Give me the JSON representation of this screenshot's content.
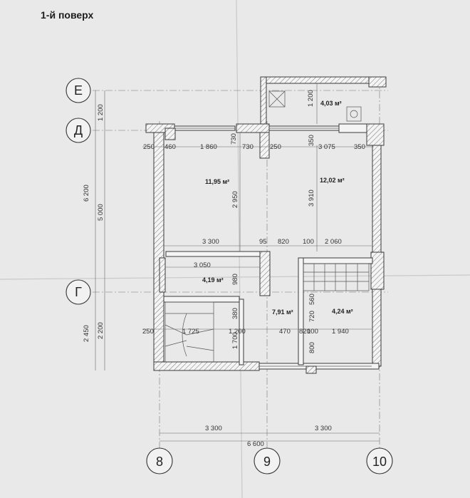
{
  "title": "1-й поверх",
  "axes": {
    "rows": [
      "Е",
      "Д",
      "Г"
    ],
    "columns": [
      "8",
      "9",
      "10"
    ]
  },
  "areas": {
    "balcony": "4,03 м²",
    "room_left": "11,95 м²",
    "room_right": "12,02 м²",
    "small_left": "4,19 м²",
    "center": "7,91 м²",
    "small_right": "4,24 м²"
  },
  "dims": {
    "top": [
      "250",
      "460",
      "1 860",
      "730",
      "730",
      "250",
      "350",
      "3 075",
      "350"
    ],
    "mid": [
      "3 300",
      "95",
      "820",
      "100",
      "2 060"
    ],
    "mid2": "3 050",
    "lower": [
      "250",
      "1 725",
      "1 200",
      "470",
      "820",
      "100",
      "1 940"
    ],
    "vertical": [
      "1 200",
      "2 950",
      "3 910",
      "980",
      "380",
      "720",
      "560",
      "1 700",
      "800"
    ],
    "left_chain": [
      "1 200",
      "6 200",
      "5 000",
      "2 450",
      "2 200"
    ],
    "bottom": [
      "3 300",
      "6 600",
      "3 300"
    ]
  }
}
